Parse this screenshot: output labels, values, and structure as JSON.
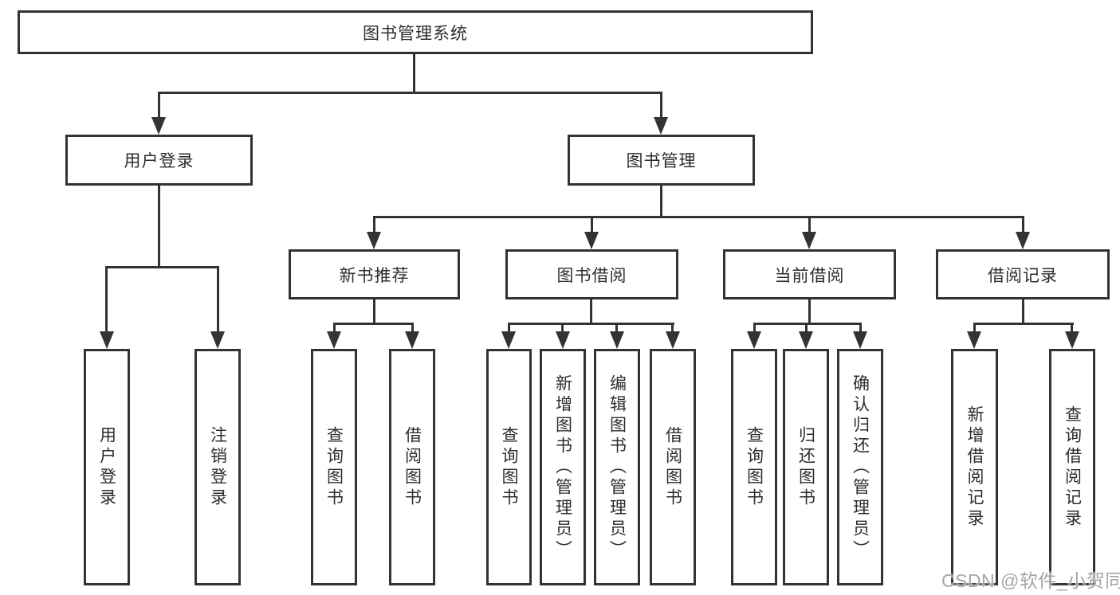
{
  "root": {
    "label": "图书管理系统"
  },
  "branches": {
    "user": {
      "label": "用户登录"
    },
    "book": {
      "label": "图书管理"
    }
  },
  "groups": {
    "new_books": {
      "label": "新书推荐"
    },
    "borrowing": {
      "label": "图书借阅"
    },
    "current": {
      "label": "当前借阅"
    },
    "records": {
      "label": "借阅记录"
    }
  },
  "leaves": {
    "user_login": {
      "label": "用户登录"
    },
    "user_logout": {
      "label": "注销登录"
    },
    "new_query": {
      "label": "查询图书"
    },
    "new_borrow": {
      "label": "借阅图书"
    },
    "borrow_query": {
      "label": "查询图书"
    },
    "borrow_add": {
      "label": "新增图书（管理员）"
    },
    "borrow_edit": {
      "label": "编辑图书（管理员）"
    },
    "borrow_borrow": {
      "label": "借阅图书"
    },
    "current_query": {
      "label": "查询图书"
    },
    "current_return": {
      "label": "归还图书"
    },
    "current_confirm": {
      "label": "确认归还（管理员）"
    },
    "record_add": {
      "label": "新增借阅记录"
    },
    "record_query": {
      "label": "查询借阅记录"
    }
  },
  "watermark": {
    "text": "CSDN @软件_小贺同学"
  },
  "colors": {
    "line": "#333333",
    "text": "#2d2d2d",
    "background": "#ffffff",
    "watermark": "#9e9e9e"
  }
}
